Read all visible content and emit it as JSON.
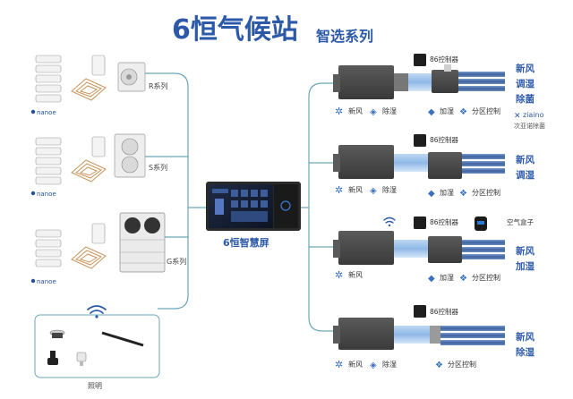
{
  "header": {
    "title": "6恒气候站",
    "subtitle": "智选系列"
  },
  "brand": "nanoe",
  "left_systems": [
    {
      "label": "R系列"
    },
    {
      "label": "S系列"
    },
    {
      "label": "G系列"
    }
  ],
  "lighting": {
    "label": "照明"
  },
  "hub": {
    "label": "6恒智慧屏"
  },
  "right_units": [
    {
      "controller": "86控制器",
      "functions_row1": [
        "新风",
        "除湿"
      ],
      "functions_row2": [
        "加湿",
        "分区控制"
      ],
      "tags": [
        "新风",
        "调湿",
        "除菌"
      ],
      "ziaino_logo": "ziaino",
      "ziaino_caption": "次亚诺除菌"
    },
    {
      "controller": "86控制器",
      "functions_row1": [
        "新风",
        "除湿"
      ],
      "functions_row2": [
        "加湿",
        "分区控制"
      ],
      "tags": [
        "新风",
        "调湿"
      ]
    },
    {
      "controller": "86控制器",
      "extra": "空气盒子",
      "functions_row1": [
        "新风"
      ],
      "functions_row2": [
        "加湿",
        "分区控制"
      ],
      "tags": [
        "新风",
        "加湿"
      ]
    },
    {
      "controller": "86控制器",
      "functions_row1": [
        "新风",
        "除湿"
      ],
      "functions_row2": [
        "分区控制"
      ],
      "tags": [
        "新风",
        "除湿"
      ]
    }
  ],
  "colors": {
    "accent_blue": "#2d5aa8",
    "line_teal": "#6aa6b8",
    "unit_dark": "#4a4a4a",
    "duct_blue": "#4f78b8",
    "icon_blue": "#3b6fbf"
  }
}
